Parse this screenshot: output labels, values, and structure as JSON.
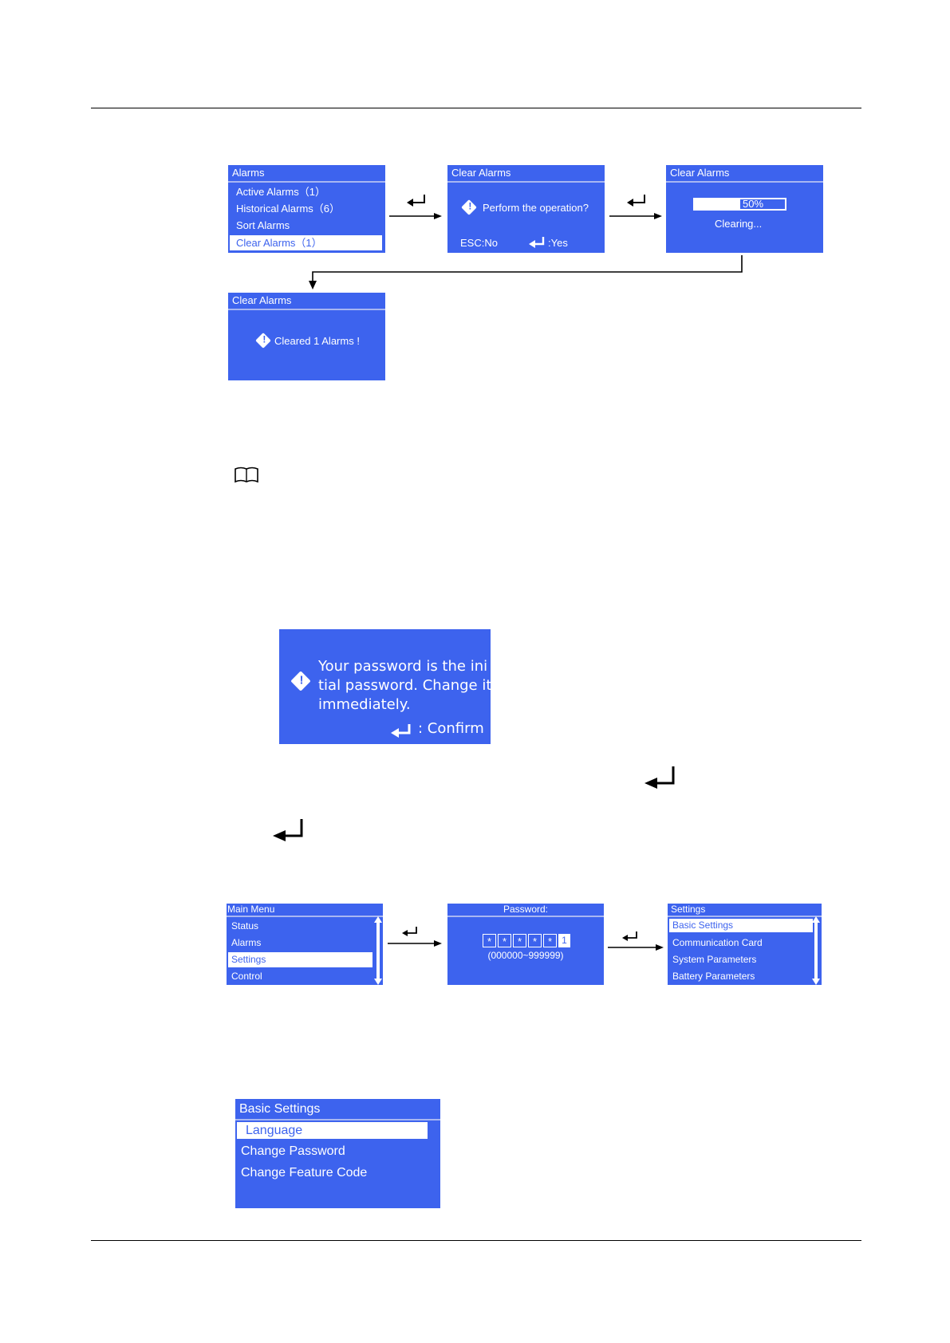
{
  "screen1": {
    "title": "Alarms",
    "items": [
      "Active Alarms（1）",
      "Historical Alarms（6）",
      "Sort Alarms",
      "Clear Alarms（1）"
    ]
  },
  "screen2": {
    "title": "Clear Alarms",
    "message": "Perform the operation?",
    "esc_label": "ESC:No",
    "yes_label": ":Yes"
  },
  "screen3": {
    "title": "Clear Alarms",
    "progress_label": "50%",
    "progress_value": 0.5,
    "status": "Clearing..."
  },
  "screen4": {
    "title": "Clear Alarms",
    "message": "Cleared 1 Alarms !"
  },
  "password_dialog": {
    "line1": "Your password is the ini",
    "line2": "tial password. Change it",
    "line3": "immediately.",
    "confirm_label": ": Confirm"
  },
  "main_menu": {
    "title": "Main Menu",
    "items": [
      "Status",
      "Alarms",
      "Settings",
      "Control"
    ]
  },
  "password_screen": {
    "title": "Password:",
    "masked": [
      "*",
      "*",
      "*",
      "*",
      "*"
    ],
    "entered_digit": "1",
    "range": "(000000~999999)"
  },
  "settings_menu": {
    "title": "Settings",
    "items": [
      "Basic Settings",
      "Communication Card",
      "System Parameters",
      "Battery Parameters"
    ]
  },
  "basic_settings": {
    "title": "Basic Settings",
    "items": [
      "Language",
      "Change Password",
      "Change Feature Code"
    ]
  },
  "icons": {
    "enter": "enter-key-icon",
    "warning": "warning-icon",
    "note": "book-note-icon"
  },
  "colors": {
    "lcd_blue": "#3d63ee"
  }
}
